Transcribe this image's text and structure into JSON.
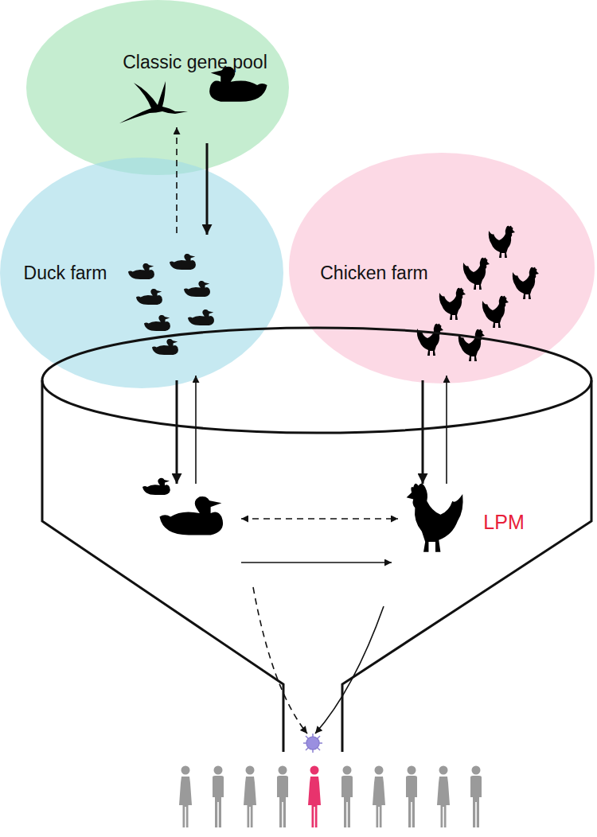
{
  "diagram": {
    "nodes": [
      {
        "text": [
          "Classic gene pool"
        ]
      },
      {
        "text": [
          "Duck farm"
        ]
      },
      {
        "text": [
          "Chicken farm"
        ]
      },
      {
        "text": [
          "LPM"
        ]
      }
    ],
    "edges": [
      {
        "from": 0,
        "to": 1,
        "arrow": "to"
      },
      {
        "from": 1,
        "to": 0,
        "arrow": "to"
      },
      {
        "from": 1,
        "to": 3,
        "arrow": "to"
      },
      {
        "from": 3,
        "to": 1,
        "arrow": "to"
      },
      {
        "from": 2,
        "to": 3,
        "arrow": "to"
      },
      {
        "from": 3,
        "to": 2,
        "arrow": "to"
      }
    ]
  }
}
